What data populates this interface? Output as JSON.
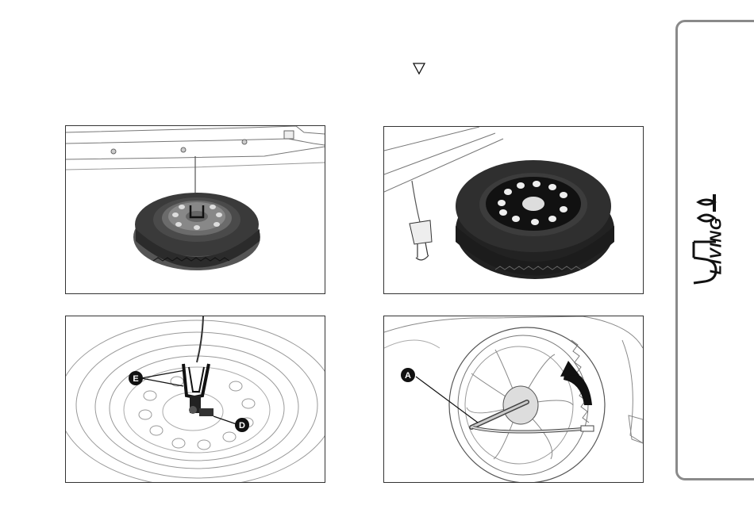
{
  "page": {
    "marker_symbol": "▽"
  },
  "figures": [
    {
      "id": "fig1",
      "subject": "spare-wheel-lowered-under-car",
      "callouts": []
    },
    {
      "id": "fig2",
      "subject": "spare-wheel-detached-from-winch",
      "callouts": []
    },
    {
      "id": "fig3",
      "subject": "wheel-hub-with-winch-bracket",
      "callouts": [
        "E",
        "D"
      ]
    },
    {
      "id": "fig4",
      "subject": "loosening-wheel-bolts-with-wrench",
      "callouts": [
        "A"
      ]
    }
  ],
  "side_tab": {
    "brand_word": "LIVING",
    "brand_logo": "fiat-500-logo"
  },
  "icons": {
    "marker": "triangle-down-icon",
    "rotation_arrow": "curved-arrow-icon"
  },
  "colors": {
    "tab_border": "#8a8a8a",
    "tire_dark": "#2b2b2b",
    "callout_fill": "#111111"
  }
}
